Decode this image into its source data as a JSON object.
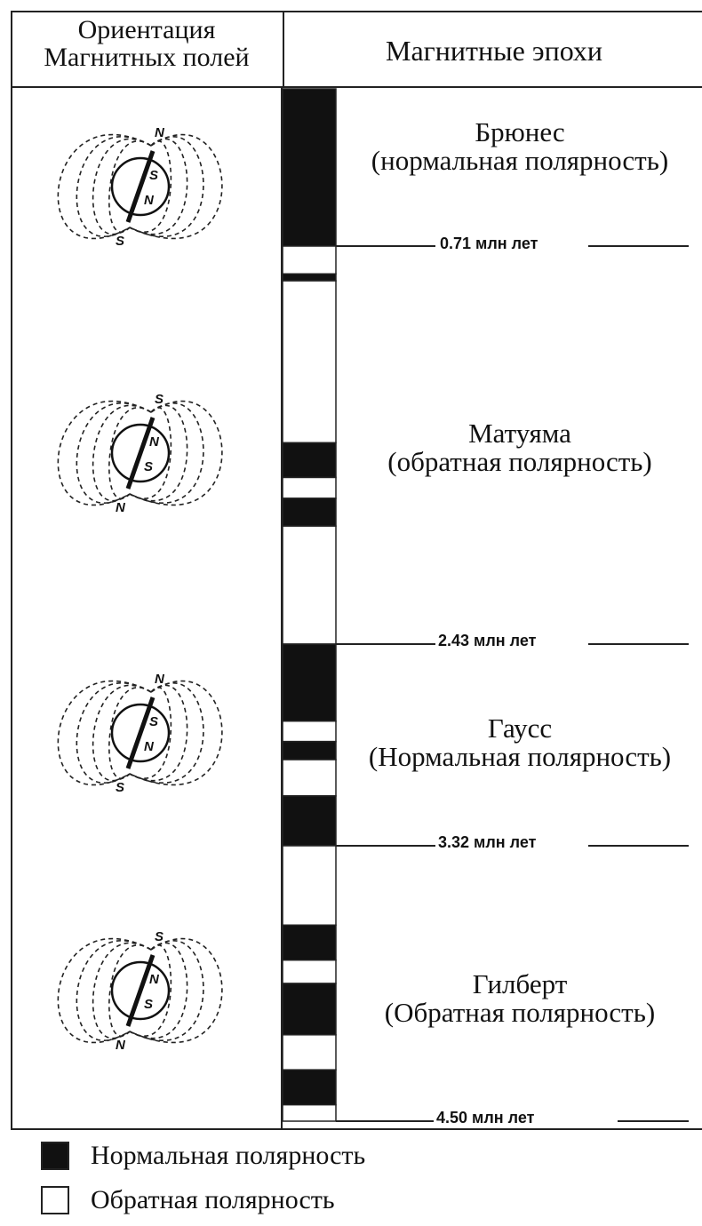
{
  "header": {
    "left_line1": "Ориентация",
    "left_line2": "Магнитных полей",
    "right": "Магнитные эпохи"
  },
  "epochs": [
    {
      "name": "Брюнес",
      "polarity": "(нормальная полярность)"
    },
    {
      "name": "Матуяма",
      "polarity": "(обратная полярность)"
    },
    {
      "name": "Гаусс",
      "polarity": "(Нормальная полярность)"
    },
    {
      "name": "Гилберт",
      "polarity": "(Обратная полярность)"
    }
  ],
  "boundaries": [
    {
      "age": 0.71,
      "label": "0.71 млн лет"
    },
    {
      "age": 2.43,
      "label": "2.43 млн лет"
    },
    {
      "age": 3.32,
      "label": "3.32 млн лет"
    },
    {
      "age": 4.5,
      "label": "4.50 млн лет"
    }
  ],
  "polarity_column": {
    "unit": "млн лет",
    "bands": [
      {
        "from": 0.0,
        "to": 0.71,
        "normal": true
      },
      {
        "from": 0.71,
        "to": 0.83,
        "normal": false
      },
      {
        "from": 0.83,
        "to": 0.86,
        "normal": true
      },
      {
        "from": 0.86,
        "to": 1.56,
        "normal": false
      },
      {
        "from": 1.56,
        "to": 1.71,
        "normal": true
      },
      {
        "from": 1.71,
        "to": 1.8,
        "normal": false
      },
      {
        "from": 1.8,
        "to": 1.92,
        "normal": true
      },
      {
        "from": 1.92,
        "to": 2.43,
        "normal": false
      },
      {
        "from": 2.43,
        "to": 2.77,
        "normal": true
      },
      {
        "from": 2.77,
        "to": 2.86,
        "normal": false
      },
      {
        "from": 2.86,
        "to": 2.94,
        "normal": true
      },
      {
        "from": 2.94,
        "to": 3.1,
        "normal": false
      },
      {
        "from": 3.1,
        "to": 3.32,
        "normal": true
      },
      {
        "from": 3.32,
        "to": 3.66,
        "normal": false
      },
      {
        "from": 3.66,
        "to": 3.81,
        "normal": true
      },
      {
        "from": 3.81,
        "to": 3.91,
        "normal": false
      },
      {
        "from": 3.91,
        "to": 4.13,
        "normal": true
      },
      {
        "from": 4.13,
        "to": 4.28,
        "normal": false
      },
      {
        "from": 4.28,
        "to": 4.43,
        "normal": true
      },
      {
        "from": 4.43,
        "to": 4.5,
        "normal": false
      }
    ]
  },
  "field_diagrams": [
    {
      "normal": true,
      "outer_pole_top": "N",
      "outer_pole_bottom": "S",
      "inner_top": "S",
      "inner_bottom": "N"
    },
    {
      "normal": false,
      "outer_pole_top": "S",
      "outer_pole_bottom": "N",
      "inner_top": "N",
      "inner_bottom": "S"
    },
    {
      "normal": true,
      "outer_pole_top": "N",
      "outer_pole_bottom": "S",
      "inner_top": "S",
      "inner_bottom": "N"
    },
    {
      "normal": false,
      "outer_pole_top": "S",
      "outer_pole_bottom": "N",
      "inner_top": "N",
      "inner_bottom": "S"
    }
  ],
  "legend": {
    "normal_label": "Нормальная полярность",
    "reversed_label": "Обратная полярность",
    "normal_color": "#111111",
    "reversed_color": "#ffffff"
  }
}
